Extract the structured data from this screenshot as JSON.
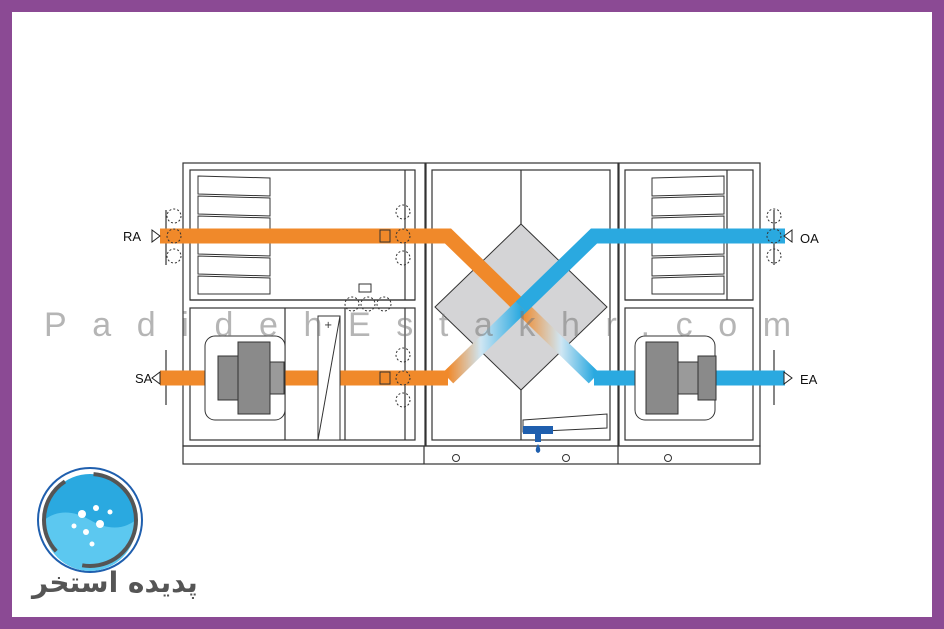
{
  "colors": {
    "frame": "#8b4a94",
    "return_air": "#f0892a",
    "outdoor_air": "#2aa9e0",
    "heat_exchanger": "#d4d4d6",
    "fan": "#8a8a8a",
    "unit_line": "#333333"
  },
  "ports": {
    "ra": "RA",
    "sa": "SA",
    "oa": "OA",
    "ea": "EA"
  },
  "watermark": "PadidehEstakhr.com",
  "logo": {
    "text": "پدیده استخر",
    "icon": "water-drop-logo-icon"
  }
}
